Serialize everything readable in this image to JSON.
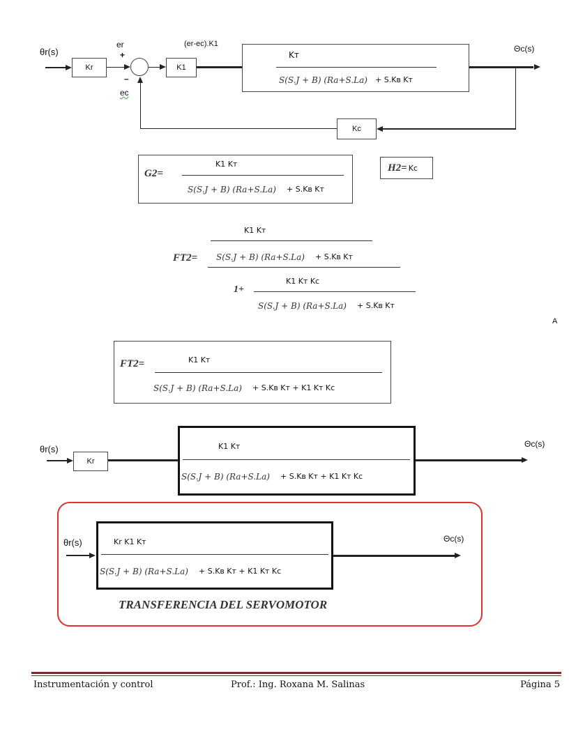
{
  "diagram1": {
    "input_label": "θr(s)",
    "kr": "Kr",
    "er": "er",
    "plus": "+",
    "minus": "–",
    "ec": "ec",
    "k1": "K1",
    "k1_output": "(er-ec).K1",
    "plant_num": "Kᴛ",
    "den_math": "S(S.J + B) (Ra+S.La)",
    "den_sans": "+   S.Kʙ  Kᴛ",
    "output_label": "Θc(s)",
    "kc": "Kc"
  },
  "g2": {
    "label": "G2=",
    "num": "K1  Kᴛ",
    "den_math": "S(S.J + B) (Ra+S.La)",
    "den_sans": "+   S.Kʙ  Kᴛ"
  },
  "h2": {
    "label": "H2=",
    "value": "Kc"
  },
  "ft2_expanded": {
    "label": "FT2=",
    "num_num": "K1  Kᴛ",
    "num_den_math": "S(S.J + B) (Ra+S.La)",
    "num_den_sans": "+   S.Kʙ  Kᴛ",
    "one_plus": "1+",
    "den_num": "K1  Kᴛ  Kc",
    "den_den_math": "S(S.J + B) (Ra+S.La)",
    "den_den_sans": "+   S.Kʙ  Kᴛ"
  },
  "marker": "A",
  "ft2_result": {
    "label": "FT2=",
    "num": "K1  Kᴛ",
    "den_math": "S(S.J + B) (Ra+S.La)",
    "den_sans": "+   S.Kʙ  Kᴛ   +   K1  Kᴛ  Kc"
  },
  "diagram2": {
    "input_label": "θr(s)",
    "kr": "Kr",
    "num": "K1  Kᴛ",
    "den_math": "S(S.J + B) (Ra+S.La)",
    "den_sans": "+   S.Kʙ  Kᴛ   +   K1  Kᴛ  Kc",
    "output_label": "Θc(s)"
  },
  "diagram3": {
    "input_label": "θr(s)",
    "num": "Kr   K1  Kᴛ",
    "den_math": "S(S.J + B) (Ra+S.La)",
    "den_sans": "+   S.Kʙ  Kᴛ   +   K1  Kᴛ  Kc",
    "output_label": "Θc(s)",
    "caption": "TRANSFERENCIA DEL SERVOMOTOR"
  },
  "footer": {
    "left": "Instrumentación y control",
    "center": "Prof.: Ing. Roxana M. Salinas",
    "right": "Página 5"
  },
  "colors": {
    "highlight": "#e03030",
    "footer_rule": "#7b2a2a"
  }
}
